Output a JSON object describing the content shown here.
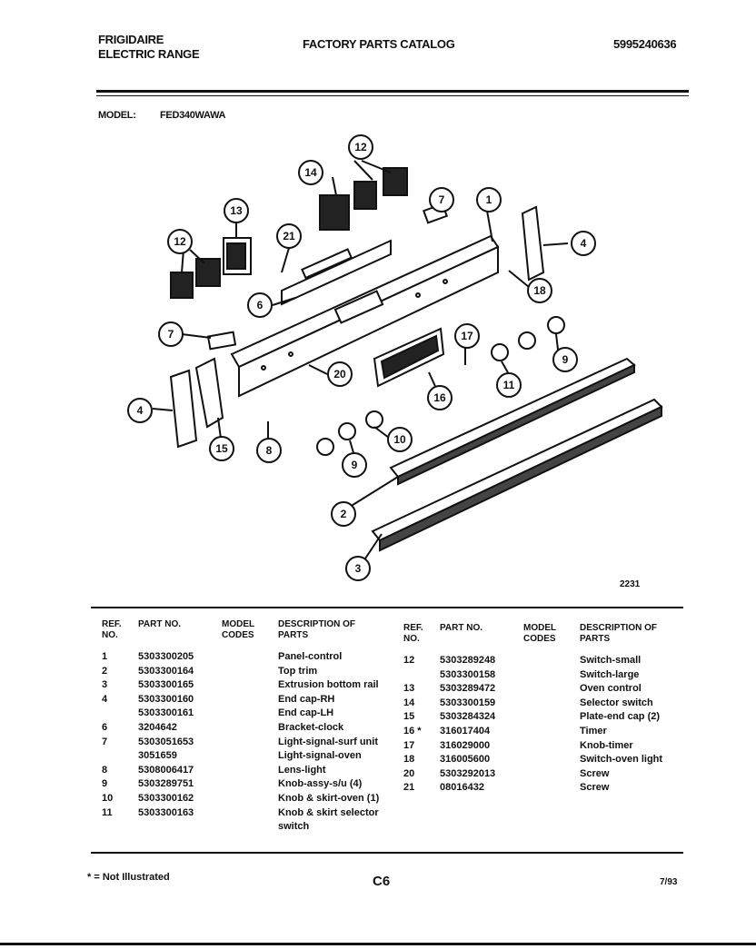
{
  "header": {
    "brand": "FRIGIDAIRE",
    "product": "ELECTRIC RANGE",
    "catalog_title": "FACTORY PARTS CATALOG",
    "catalog_number": "5995240636",
    "model_label": "MODEL:",
    "model_value": "FED340WAWA"
  },
  "diagram": {
    "figure_number": "2231",
    "callouts": [
      "12",
      "14",
      "13",
      "21",
      "7",
      "1",
      "12",
      "4",
      "18",
      "6",
      "7",
      "17",
      "9",
      "20",
      "11",
      "16",
      "4",
      "15",
      "8",
      "10",
      "9",
      "2",
      "3"
    ]
  },
  "table": {
    "headers": {
      "ref": "REF. NO.",
      "part": "PART NO.",
      "model": "MODEL CODES",
      "desc": "DESCRIPTION OF PARTS"
    },
    "left": [
      {
        "ref": "1",
        "part": "5303300205",
        "model": "",
        "desc": "Panel-control"
      },
      {
        "ref": "2",
        "part": "5303300164",
        "model": "",
        "desc": "Top trim"
      },
      {
        "ref": "3",
        "part": "5303300165",
        "model": "",
        "desc": "Extrusion bottom rail"
      },
      {
        "ref": "4",
        "part": "5303300160",
        "model": "",
        "desc": "End cap-RH"
      },
      {
        "ref": "",
        "part": "5303300161",
        "model": "",
        "desc": "End cap-LH"
      },
      {
        "ref": "6",
        "part": "3204642",
        "model": "",
        "desc": "Bracket-clock"
      },
      {
        "ref": "7",
        "part": "5303051653",
        "model": "",
        "desc": "Light-signal-surf unit"
      },
      {
        "ref": "",
        "part": "3051659",
        "model": "",
        "desc": "Light-signal-oven"
      },
      {
        "ref": "8",
        "part": "5308006417",
        "model": "",
        "desc": "Lens-light"
      },
      {
        "ref": "9",
        "part": "5303289751",
        "model": "",
        "desc": "Knob-assy-s/u (4)"
      },
      {
        "ref": "10",
        "part": "5303300162",
        "model": "",
        "desc": "Knob & skirt-oven (1)"
      },
      {
        "ref": "11",
        "part": "5303300163",
        "model": "",
        "desc": "Knob & skirt selector"
      },
      {
        "ref": "",
        "part": "",
        "model": "",
        "desc": "switch"
      }
    ],
    "right": [
      {
        "ref": "12",
        "part": "5303289248",
        "model": "",
        "desc": "Switch-small"
      },
      {
        "ref": "",
        "part": "5303300158",
        "model": "",
        "desc": "Switch-large"
      },
      {
        "ref": "13",
        "part": "5303289472",
        "model": "",
        "desc": "Oven control"
      },
      {
        "ref": "14",
        "part": "5303300159",
        "model": "",
        "desc": "Selector switch"
      },
      {
        "ref": "15",
        "part": "5303284324",
        "model": "",
        "desc": "Plate-end cap (2)"
      },
      {
        "ref": "16 *",
        "part": "316017404",
        "model": "",
        "desc": "Timer"
      },
      {
        "ref": "17",
        "part": "316029000",
        "model": "",
        "desc": "Knob-timer"
      },
      {
        "ref": "18",
        "part": "316005600",
        "model": "",
        "desc": "Switch-oven light"
      },
      {
        "ref": "20",
        "part": "5303292013",
        "model": "",
        "desc": "Screw"
      },
      {
        "ref": "21",
        "part": "08016432",
        "model": "",
        "desc": "Screw"
      }
    ]
  },
  "footer": {
    "note": "* = Not Illustrated",
    "page_code": "C6",
    "date": "7/93"
  }
}
